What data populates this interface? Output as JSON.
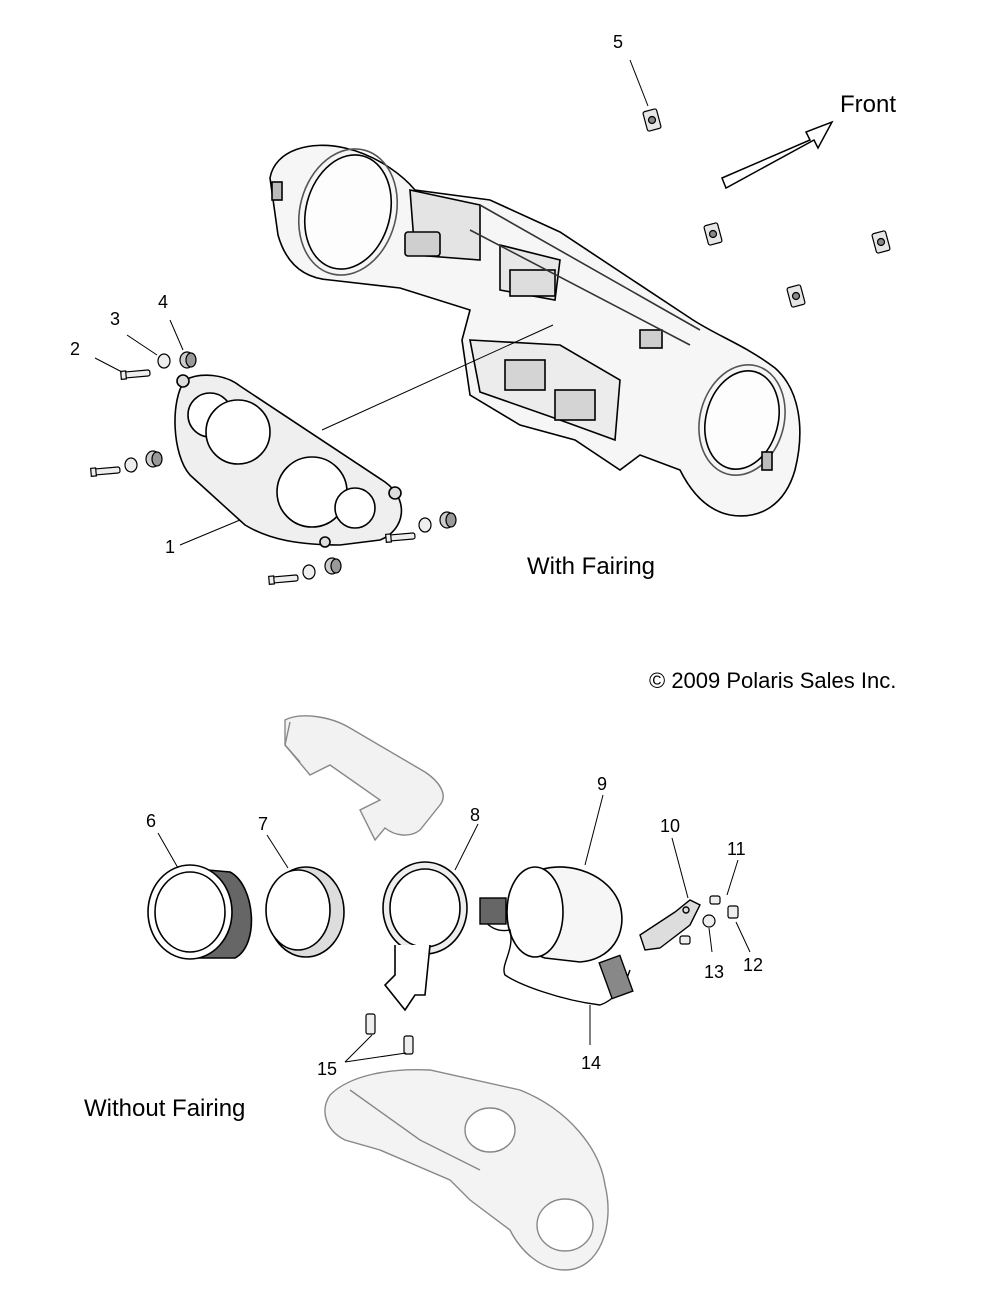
{
  "callouts": {
    "c1": "1",
    "c2": "2",
    "c3": "3",
    "c4": "4",
    "c5": "5",
    "c6": "6",
    "c7": "7",
    "c8": "8",
    "c9": "9",
    "c10": "10",
    "c11": "11",
    "c12": "12",
    "c13": "13",
    "c14": "14",
    "c15": "15"
  },
  "labels": {
    "front": "Front",
    "with_fairing": "With Fairing",
    "without_fairing": "Without Fairing",
    "copyright": "© 2009 Polaris Sales Inc."
  },
  "colors": {
    "line": "#000000",
    "part_fill": "#f4f4f4",
    "part_shade": "#c8c8c8"
  }
}
